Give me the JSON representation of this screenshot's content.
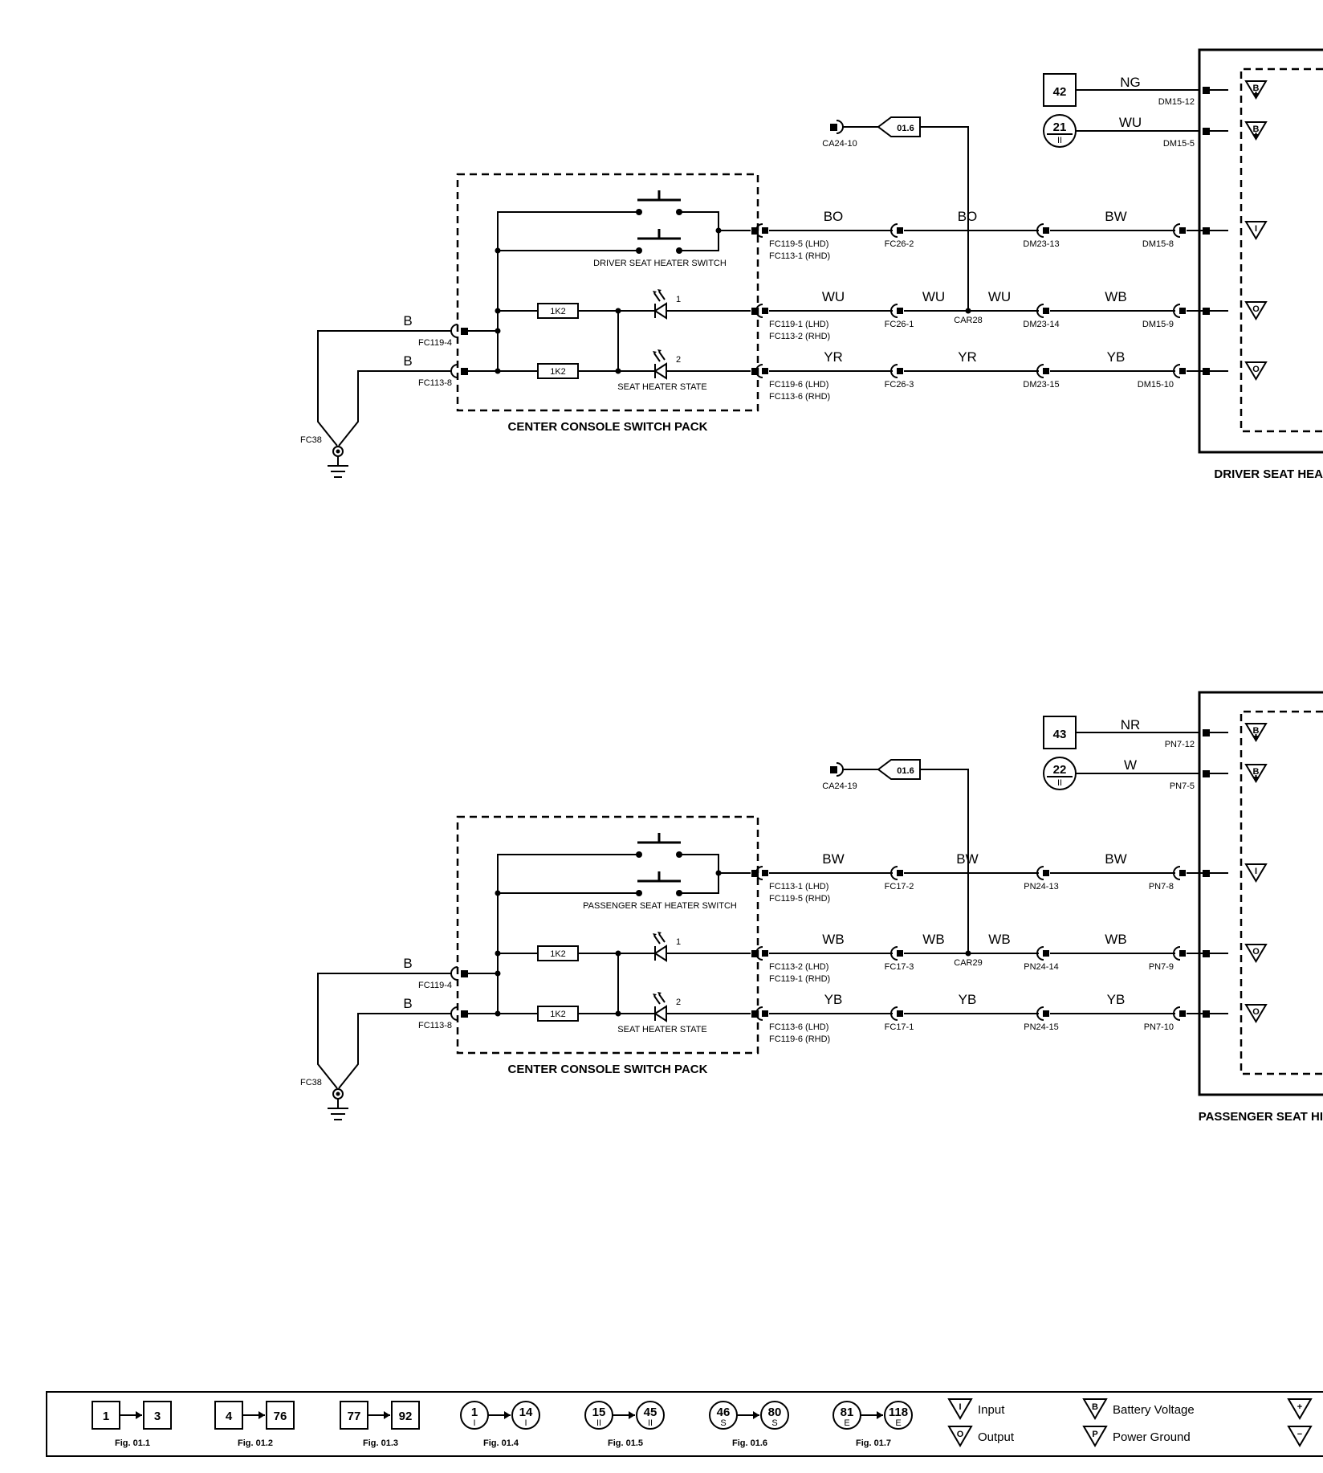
{
  "driver": {
    "pack_label": "CENTER CONSOLE SWITCH PACK",
    "switch_label": "DRIVER SEAT HEATER SWITCH",
    "state_label": "SEAT HEATER STATE",
    "resistor1": "1K2",
    "resistor2": "1K2",
    "led1": "1",
    "led2": "2",
    "ground_label": "FC38",
    "gnd_wire1": "B",
    "gnd_wire2": "B",
    "gnd_pin1": "FC119-4",
    "gnd_pin2": "FC113-8",
    "splice_conn": "CA24-10",
    "splice_ref": "01.6",
    "splice_point": "CAR28",
    "module_title": "DRIVER SEAT HEA",
    "feed1_ref": "42",
    "feed1_color": "NG",
    "feed1_pin": "DM15-12",
    "feed2_ref": "21",
    "feed2_sub": "II",
    "feed2_color": "WU",
    "feed2_pin": "DM15-5",
    "row1": {
      "c1": "BO",
      "pin1a": "FC119-5 (LHD)",
      "pin1b": "FC113-1 (RHD)",
      "j1": "FC26-2",
      "c2": "BO",
      "j2": "DM23-13",
      "c3": "BW",
      "mpin": "DM15-8"
    },
    "row2": {
      "c1": "WU",
      "pin1a": "FC119-1 (LHD)",
      "pin1b": "FC113-2 (RHD)",
      "j1": "FC26-1",
      "c2": "WU",
      "c2b": "WU",
      "j2": "DM23-14",
      "c3": "WB",
      "mpin": "DM15-9"
    },
    "row3": {
      "c1": "YR",
      "pin1a": "FC119-6 (LHD)",
      "pin1b": "FC113-6 (RHD)",
      "j1": "FC26-3",
      "c2": "YR",
      "j2": "DM23-15",
      "c3": "YB",
      "mpin": "DM15-10"
    }
  },
  "passenger": {
    "pack_label": "CENTER CONSOLE SWITCH PACK",
    "switch_label": "PASSENGER SEAT HEATER SWITCH",
    "state_label": "SEAT HEATER STATE",
    "resistor1": "1K2",
    "resistor2": "1K2",
    "led1": "1",
    "led2": "2",
    "ground_label": "FC38",
    "gnd_wire1": "B",
    "gnd_wire2": "B",
    "gnd_pin1": "FC119-4",
    "gnd_pin2": "FC113-8",
    "splice_conn": "CA24-19",
    "splice_ref": "01.6",
    "splice_point": "CAR29",
    "module_title": "PASSENGER SEAT HI",
    "feed1_ref": "43",
    "feed1_color": "NR",
    "feed1_pin": "PN7-12",
    "feed2_ref": "22",
    "feed2_sub": "II",
    "feed2_color": "W",
    "feed2_pin": "PN7-5",
    "row1": {
      "c1": "BW",
      "pin1a": "FC113-1 (LHD)",
      "pin1b": "FC119-5 (RHD)",
      "j1": "FC17-2",
      "c2": "BW",
      "j2": "PN24-13",
      "c3": "BW",
      "mpin": "PN7-8"
    },
    "row2": {
      "c1": "WB",
      "pin1a": "FC113-2 (LHD)",
      "pin1b": "FC119-1 (RHD)",
      "j1": "FC17-3",
      "c2": "WB",
      "c2b": "WB",
      "j2": "PN24-14",
      "c3": "WB",
      "mpin": "PN7-9"
    },
    "row3": {
      "c1": "YB",
      "pin1a": "FC113-6 (LHD)",
      "pin1b": "FC119-6 (RHD)",
      "j1": "FC17-1",
      "c2": "YB",
      "j2": "PN24-15",
      "c3": "YB",
      "mpin": "PN7-10"
    }
  },
  "pin_symbols": {
    "battery": "B",
    "input": "I",
    "output": "O"
  },
  "legend": {
    "fig1": {
      "from": "1",
      "to": "3",
      "label": "Fig. 01.1"
    },
    "fig2": {
      "from": "4",
      "to": "76",
      "label": "Fig. 01.2"
    },
    "fig3": {
      "from": "77",
      "to": "92",
      "label": "Fig. 01.3"
    },
    "fig4": {
      "from": "1",
      "to": "14",
      "sub": "I",
      "label": "Fig. 01.4"
    },
    "fig5": {
      "from": "15",
      "to": "45",
      "sub": "II",
      "label": "Fig. 01.5"
    },
    "fig6": {
      "from": "46",
      "to": "80",
      "sub": "S",
      "label": "Fig. 01.6"
    },
    "fig7": {
      "from": "81",
      "to": "118",
      "sub": "E",
      "label": "Fig. 01.7"
    },
    "input_label": "Input",
    "output_label": "Output",
    "battery_label": "Battery Voltage",
    "ground_label": "Power Ground",
    "input_sym": "I",
    "output_sym": "O",
    "battery_sym": "B",
    "ground_sym": "P",
    "plus_sym": "+",
    "minus_sym": "−"
  }
}
